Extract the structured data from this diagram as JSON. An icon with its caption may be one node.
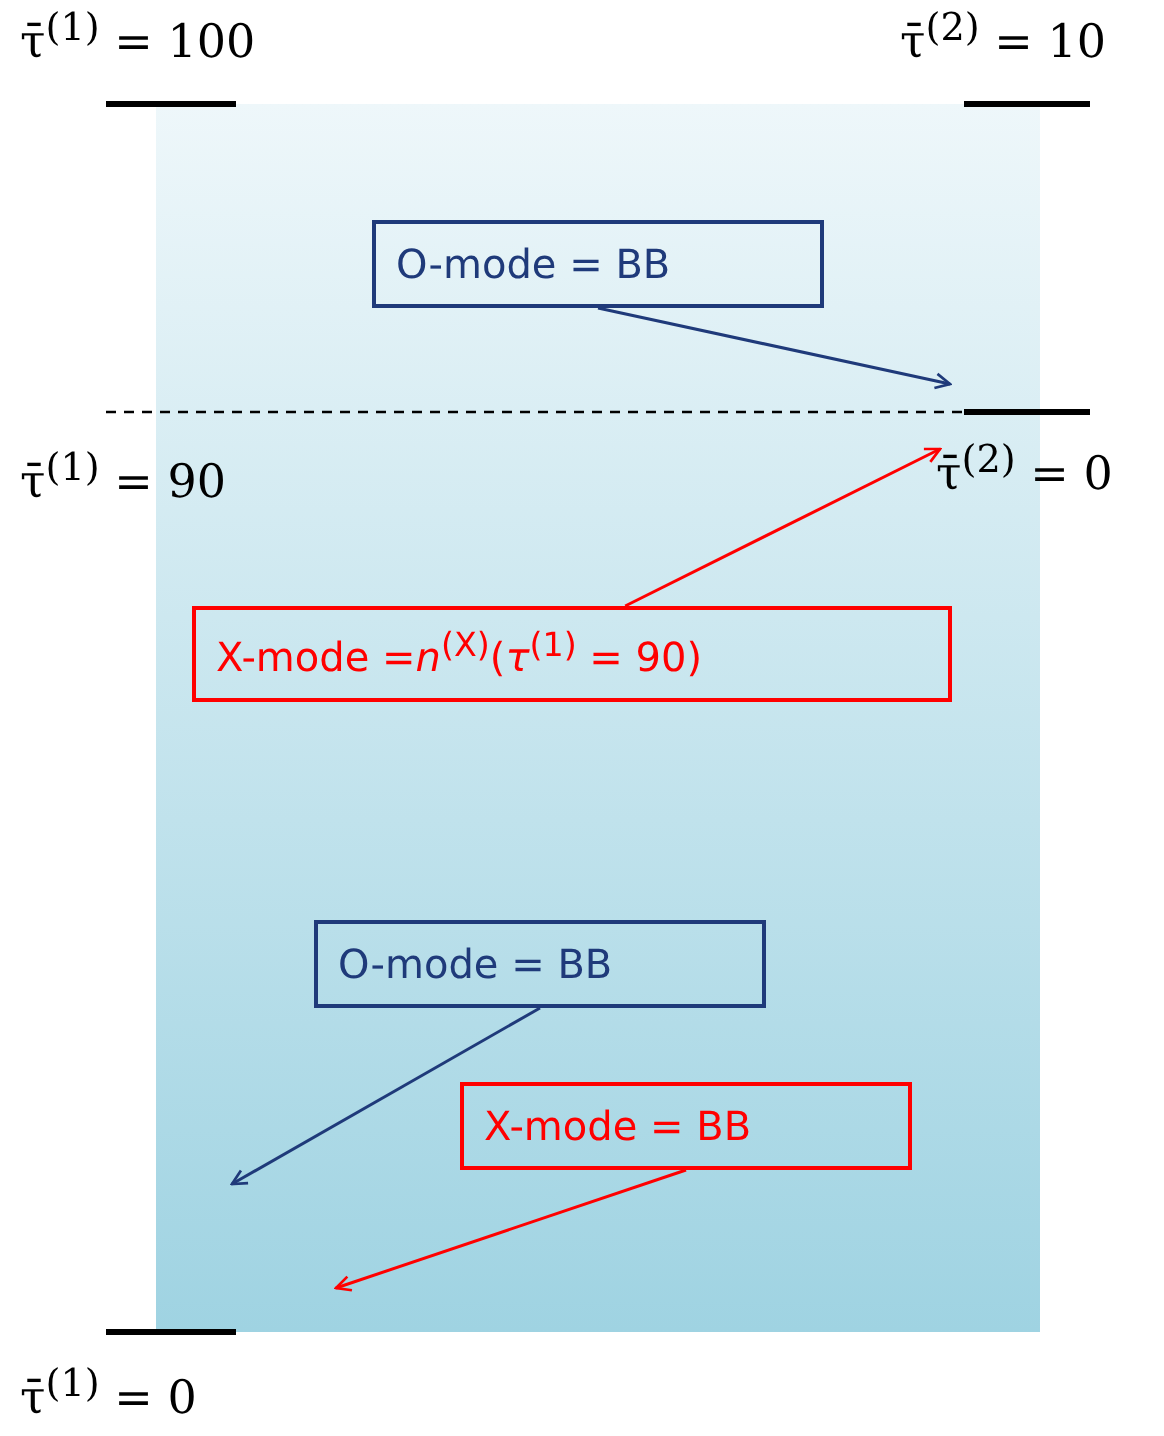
{
  "diagram": {
    "nodes": [
      {
        "text": [],
        "shape": "box"
      },
      {
        "text": [
          "O-mode = BB"
        ],
        "in": 0
      },
      {
        "text": [
          "X-mode =*n*$^{(X)}$(*τ*$^{(1)}$ = 90)"
        ],
        "in": 0
      },
      {
        "text": [
          "O-mode = BB"
        ],
        "in": 0
      },
      {
        "text": [
          "X-mode = BB"
        ],
        "in": 0
      },
      {
        "text": [
          "τ̄$^{(2)}$ = 0"
        ]
      }
    ],
    "edges": [
      {
        "from": 1,
        "to": 5,
        "arrow": "to",
        "color": "#1f3a7a"
      },
      {
        "from": 2,
        "to": 5,
        "arrow": "to",
        "color": "#ff0000"
      },
      {
        "from": 3,
        "to": null,
        "arrow": "to",
        "color": "#1f3a7a"
      },
      {
        "from": 4,
        "to": null,
        "arrow": "to",
        "color": "#ff0000"
      }
    ],
    "labels": [
      "τ̄$^{(1)}$ = 100",
      "τ̄$^{(2)}$ = 10",
      "τ̄$^{(1)}$ = 90",
      "τ̄$^{(1)}$ = 0"
    ]
  }
}
